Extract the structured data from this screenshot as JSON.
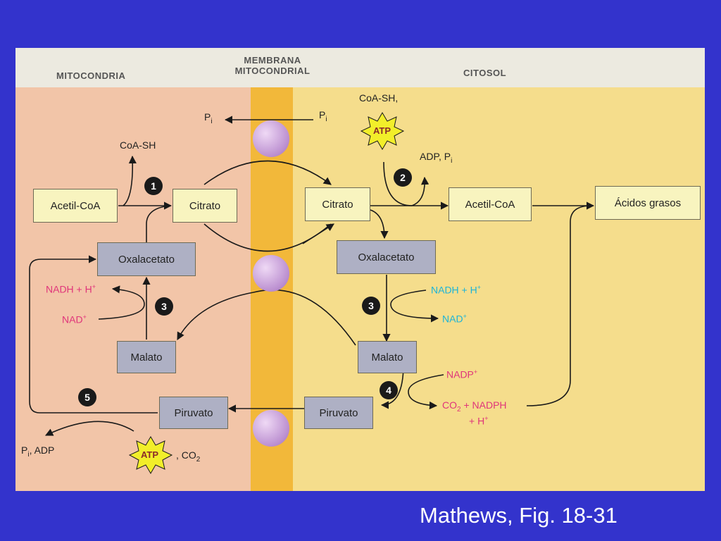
{
  "headers": {
    "mitocondria": "MITOCONDRIA",
    "membrana_line1": "MEMBRANA",
    "membrana_line2": "MITOCONDRIAL",
    "citosol": "CITOSOL"
  },
  "boxes": {
    "mito_acetilcoa": "Acetil-CoA",
    "mito_citrato": "Citrato",
    "mito_oxalacetato": "Oxalacetato",
    "mito_malato": "Malato",
    "mito_piruvato": "Piruvato",
    "cyto_citrato": "Citrato",
    "cyto_acetilcoa": "Acetil-CoA",
    "cyto_acidos": "Ácidos grasos",
    "cyto_oxalacetato": "Oxalacetato",
    "cyto_malato": "Malato",
    "cyto_piruvato": "Piruvato"
  },
  "labels": {
    "pi": "P",
    "pi_sub": "i",
    "coa_sh_mito": "CoA-SH",
    "coa_sh_cyto": "CoA-SH,",
    "adp_pi": "ADP, P",
    "adp_pi_sub": "i",
    "nadh": "NADH + H",
    "plus": "+",
    "nad": "NAD",
    "nadp": "NADP",
    "co2_nadph": "CO",
    "two": "2",
    "nadph_rest": " + NADPH",
    "hplus": "+ H",
    "pi_adp_tail": ", ADP",
    "co2_tail": ", CO"
  },
  "atp": "ATP",
  "steps": [
    "1",
    "2",
    "3",
    "3",
    "4",
    "5"
  ],
  "caption": "Mathews, Fig. 18-31",
  "colors": {
    "background": "#3333cc",
    "mitochondria": "#f2c5a8",
    "membrane": "#f2b83a",
    "cytosol": "#f5dd8c",
    "mito_cofactor": "#e0357a",
    "cyto_cofactor": "#1cb4d8",
    "atp_star": "#f2ee2a"
  }
}
